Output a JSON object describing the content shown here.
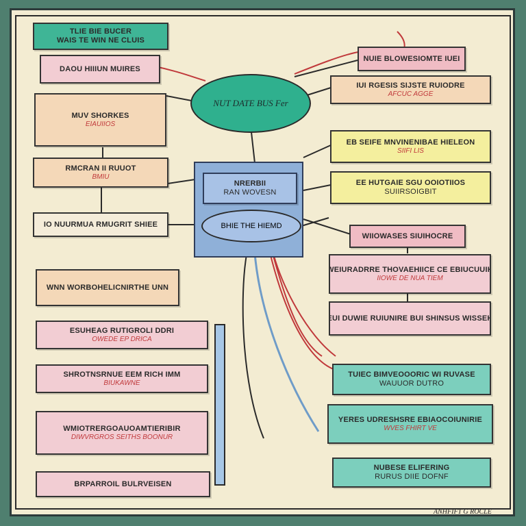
{
  "colors": {
    "teal": "#3fb596",
    "blue": "#8fb0d8",
    "pink": "#f2cdd3",
    "yellow": "#f4ef9e",
    "mint": "#7ccfbd",
    "peach": "#f4d8b8",
    "red_wire": "#c0393b",
    "blue_wire": "#6f9cc8"
  },
  "header": {
    "line1": "TLIE BIE BUCER",
    "line2": "WAIS TE WIN NE CLUIS"
  },
  "center": {
    "ellipse_label": "NUT DATE BUS Fer",
    "hub_title": "NRERBII",
    "hub_subtitle": "RAN WOVESN",
    "hub_ellipse_label": "BHIE THE HIEMD"
  },
  "left_nodes": [
    {
      "title": "DAOU HIIIUN MUIRES",
      "sub": ""
    },
    {
      "title": "MUV SHORKES",
      "sub": "EIAUIIOS"
    },
    {
      "title": "RMCRAN II RUUOT",
      "sub": "BMIU"
    },
    {
      "title": "IO NUURMUA RMUGRIT SHIEE",
      "sub": ""
    },
    {
      "title": "WNN WORBOHELICNIRTHE UNN",
      "sub": ""
    },
    {
      "title": "ESUHEAG RUTIGROLI DDRI",
      "sub": "OWEDE EP DRICA"
    },
    {
      "title": "SHROTNSRNUE EEM RICH IMM",
      "sub": "BIUKAWNE"
    },
    {
      "title": "WMIOTRERGOAUOAMTIERIBIR",
      "sub": "DIWVRGROS SEITHS BOONUR"
    },
    {
      "title": "BRPARROIL BULRVEISEN",
      "sub": ""
    }
  ],
  "right_nodes": [
    {
      "title": "NUIE BLOWESIOMTE IUEI",
      "sub": ""
    },
    {
      "title": "IUI RGESIS SIJSTE RUIODRE",
      "sub": "AFCUC AGGE"
    },
    {
      "title": "EB SEIFE MNVINENIBAE HIELEON",
      "sub": "SIIFI LIS"
    },
    {
      "title": "EE HUTGAIE SGU OOIOTIIOS",
      "sub": "SUIIRSOIGBIT"
    },
    {
      "title": "WIIOWASES SIUIHOCRE",
      "sub": ""
    },
    {
      "title": "WEIURADRRE THOVAEHIICE CE EBIUCUUIH",
      "sub": "IIOWE DE NUA TIEM"
    },
    {
      "title": "EUI DUWIE RUIUNIRE BUI SHINSUS WISSEH",
      "sub": ""
    },
    {
      "title": "TUIEC BIMVEOOORIC WI RUVASE",
      "sub": "WAUUOR DUTRO"
    },
    {
      "title": "YERES UDRESHSRE EBIAOCOIUNIRIE",
      "sub": "WVES FHIRT VE"
    },
    {
      "title": "NUBESE ELIFERING",
      "sub": "RURUS DIIE DOFNF"
    }
  ],
  "signature": "ANHFIFT G ROCLE"
}
